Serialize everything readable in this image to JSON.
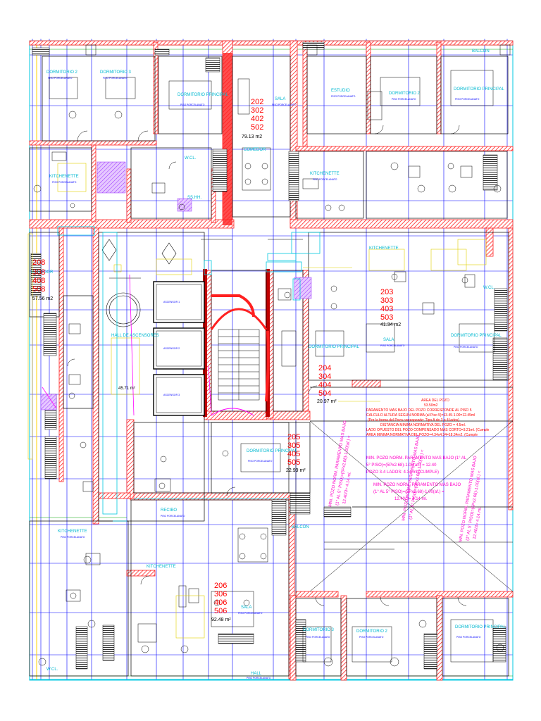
{
  "rooms": {
    "r1": {
      "name": "DORMITORIO 2",
      "floor": "PISO PORCELANATO"
    },
    "r2": {
      "name": "DORMITORIO 3",
      "floor": "PISO PORCELANATO"
    },
    "r3": {
      "name": "DORMITORIO PRINCIPAL",
      "floor": "PISO PORCELANATO"
    },
    "r4": {
      "name": "SALA",
      "floor": "PISO PORCELANATO"
    },
    "r5": {
      "name": "COMEDOR",
      "floor": "PISO PORCELANATO"
    },
    "r6": {
      "name": "ESTUDIO",
      "floor": "PISO PORCELANATO"
    },
    "r7": {
      "name": "DORMITORIO 2",
      "floor": "PISO PORCELANATO"
    },
    "r8": {
      "name": "DORMITORIO PRINCIPAL",
      "floor": "PISO PORCELANATO"
    },
    "r9": {
      "name": "KITCHENETTE",
      "floor": "PISO PORCELANATO"
    },
    "r10": {
      "name": "W.CL.",
      "floor": "PISO PORCELANATO"
    },
    "r11": {
      "name": "KITCHENETTE",
      "floor": "PISO PORCELANATO"
    },
    "r12": {
      "name": "SS.HH.",
      "floor": "PISO PORCELANATO"
    },
    "r13": {
      "name": "COMEDOR",
      "floor": "PISO PORCELANATO"
    },
    "r14": {
      "name": "HALL DE ASCENSORES",
      "floor": "PISO PORCELANATO"
    },
    "r15": {
      "name": "SALA",
      "floor": "PISO PORCELANATO"
    },
    "r16": {
      "name": "DORMITORIO PRINCIPAL",
      "floor": "PISO PORCELANATO"
    },
    "r17": {
      "name": "KITCHENETTE",
      "floor": "PISO PORCELANATO"
    },
    "r18": {
      "name": "W.CL.",
      "floor": "PISO PORCELANATO"
    },
    "r19": {
      "name": "DORMITORIO PRINCIPAL",
      "floor": "PISO PORCELANATO"
    },
    "r20": {
      "name": "DORMITORIO PRINCIPAL",
      "floor": "PISO PORCELANATO"
    },
    "r21": {
      "name": "RECIBO",
      "floor": "PISO PORCELANATO"
    },
    "r22": {
      "name": "KITCHENETTE",
      "floor": "PISO PORCELANATO"
    },
    "r23": {
      "name": "KITCHENETTE",
      "floor": "PISO PORCELANATO"
    },
    "r24": {
      "name": "SALA",
      "floor": "PISO PORCELANATO"
    },
    "r25": {
      "name": "DORMITORIO 3",
      "floor": "PISO PORCELANATO"
    },
    "r26": {
      "name": "DORMITORIO 2",
      "floor": "PISO PORCELANATO"
    },
    "r27": {
      "name": "DORMITORIO PRINCIPAL",
      "floor": "PISO PORCELANATO"
    },
    "r28": {
      "name": "W.CL.",
      "floor": "PISO PORCELANATO"
    },
    "r29": {
      "name": "HALL",
      "floor": "PISO PORCELANATO"
    },
    "r30": {
      "name": "BALCON",
      "floor": "PISO PORCELANATO"
    },
    "r31": {
      "name": "BALCON",
      "floor": "PISO PORCELANATO"
    }
  },
  "units": {
    "u1": {
      "nums": [
        "202",
        "302",
        "402",
        "502"
      ],
      "area": "79.13 m2"
    },
    "u2": {
      "nums": [
        "208",
        "308",
        "408",
        "508"
      ],
      "area": "57.56 m2"
    },
    "u3": {
      "nums": [
        "203",
        "303",
        "403",
        "503"
      ],
      "area": "41.34 m2"
    },
    "u4": {
      "nums": [
        "204",
        "304",
        "404",
        "504"
      ],
      "area": "20.97 m²"
    },
    "u5": {
      "nums": [
        "205",
        "305",
        "405",
        "505"
      ],
      "area": "22.99 m²"
    },
    "u6": {
      "nums": [
        "206",
        "306",
        "406",
        "506"
      ],
      "area": "92.48 m²"
    },
    "hall_area": "45.71 m²"
  },
  "elevators": [
    "ASCENSOR 1",
    "ASCENSOR 2",
    "ASCENSOR 3"
  ],
  "pozo": {
    "title": "AREA DEL POZO",
    "area": "53.50m2",
    "lines": [
      "PARAMENTO MAS BAJO DEL POZO CORRESPONDE AL PISO 5",
      "CALCULO ALTURA SEGUN NORMA (al Piso 5)=13.45-1.00=12.45ml",
      "(Por la forma del Pozo corresponde: Tipo A de 3 a 4 lados)",
      "DISTANCIA MINIMA NORMATIVA DEL POZO = 4.5ml.",
      "LADO OPUESTO DEL POZO COMPENSADO MAS CORTO=3.21ml. (Cumple",
      "AREA MINIMA NORMATIVA DEL POZO=4.34x4.34=18.34m2. (Cumple"
    ]
  },
  "pozo_calc": {
    "lines": [
      "MIN. POZO NORM. PARAMENTO MAS BAJO (1° AL",
      "5° PISO)=(5Px2.68)-1.00(af.) = 12.40",
      "POZO 3-4 LADOS: 4.34 ml (CUMPLE)"
    ],
    "lines2": [
      "MIN. POZO NORM. PARAMENTO MAS BAJO",
      "(1° AL 5° PISO)=(5Px2.68)-1.00(af.) =",
      "12.40/3= 4.14 ml."
    ]
  },
  "colors": {
    "wall": "#ff2020",
    "grid": "#0000ff",
    "label": "#00b8d0",
    "dim": "#00a000",
    "furn": "#d0d000"
  }
}
